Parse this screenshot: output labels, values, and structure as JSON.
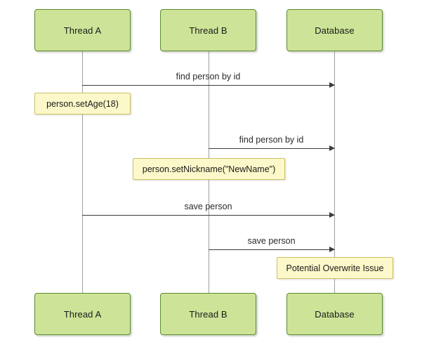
{
  "diagram": {
    "type": "sequence-diagram",
    "background_color": "#ffffff",
    "participant_fill": "#cde498",
    "participant_border": "#5b8c2a",
    "note_fill": "#fdf8c9",
    "note_border": "#ccc264",
    "line_color": "#3c3c3c",
    "lifeline_color": "#9aa0a6"
  },
  "participants": [
    {
      "id": "thread-a",
      "label": "Thread A"
    },
    {
      "id": "thread-b",
      "label": "Thread B"
    },
    {
      "id": "database",
      "label": "Database"
    }
  ],
  "participants_bottom": [
    {
      "id": "thread-a",
      "label": "Thread A"
    },
    {
      "id": "thread-b",
      "label": "Thread B"
    },
    {
      "id": "database",
      "label": "Database"
    }
  ],
  "messages": [
    {
      "id": "msg-1",
      "label": "find person by id",
      "from": "Thread A",
      "to": "Database"
    },
    {
      "id": "msg-2",
      "label": "find person by id",
      "from": "Thread B",
      "to": "Database"
    },
    {
      "id": "msg-3",
      "label": "save person",
      "from": "Thread A",
      "to": "Database"
    },
    {
      "id": "msg-4",
      "label": "save person",
      "from": "Thread B",
      "to": "Database"
    }
  ],
  "notes": [
    {
      "id": "note-set-age",
      "label": "person.setAge(18)",
      "on": "Thread A"
    },
    {
      "id": "note-set-nickname",
      "label": "person.setNickname(\"NewName\")",
      "on": "Thread B"
    },
    {
      "id": "note-overwrite",
      "label": "Potential Overwrite Issue",
      "on": "Database"
    }
  ]
}
